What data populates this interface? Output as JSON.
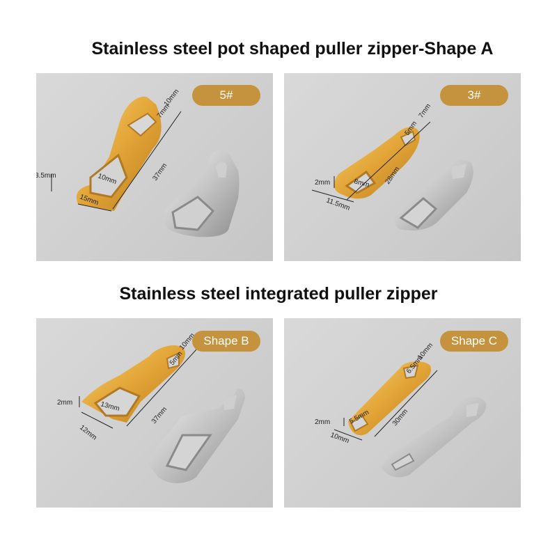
{
  "headings": {
    "shape_a": "Stainless steel pot shaped puller zipper-Shape A",
    "integrated": "Stainless steel integrated puller zipper"
  },
  "panels": [
    {
      "badge": "5#",
      "dims": {
        "top_width": "10mm",
        "top_hole": "7mm",
        "thickness": "3.5mm",
        "bottom_hole": "10mm",
        "bottom_width": "15mm",
        "length": "37mm"
      }
    },
    {
      "badge": "3#",
      "dims": {
        "top_width": "7mm",
        "top_hole": "5mm",
        "thickness": "2mm",
        "bottom_hole": "8mm",
        "bottom_width": "11.5mm",
        "length": "28mm"
      }
    },
    {
      "badge": "Shape B",
      "dims": {
        "top_width": "10mm",
        "top_hole": "5mm",
        "thickness": "2mm",
        "bottom_hole": "13mm",
        "bottom_width": "12mm",
        "length": "37mm"
      }
    },
    {
      "badge": "Shape C",
      "dims": {
        "top_width": "10mm",
        "top_hole": "6.5mm",
        "thickness": "2mm",
        "bottom_hole": "5.5mm",
        "bottom_width": "10mm",
        "length": "30mm"
      }
    }
  ],
  "colors": {
    "badge": "#c5933d",
    "gold": "#e4aa3a",
    "silver": "#c9c9c9"
  }
}
